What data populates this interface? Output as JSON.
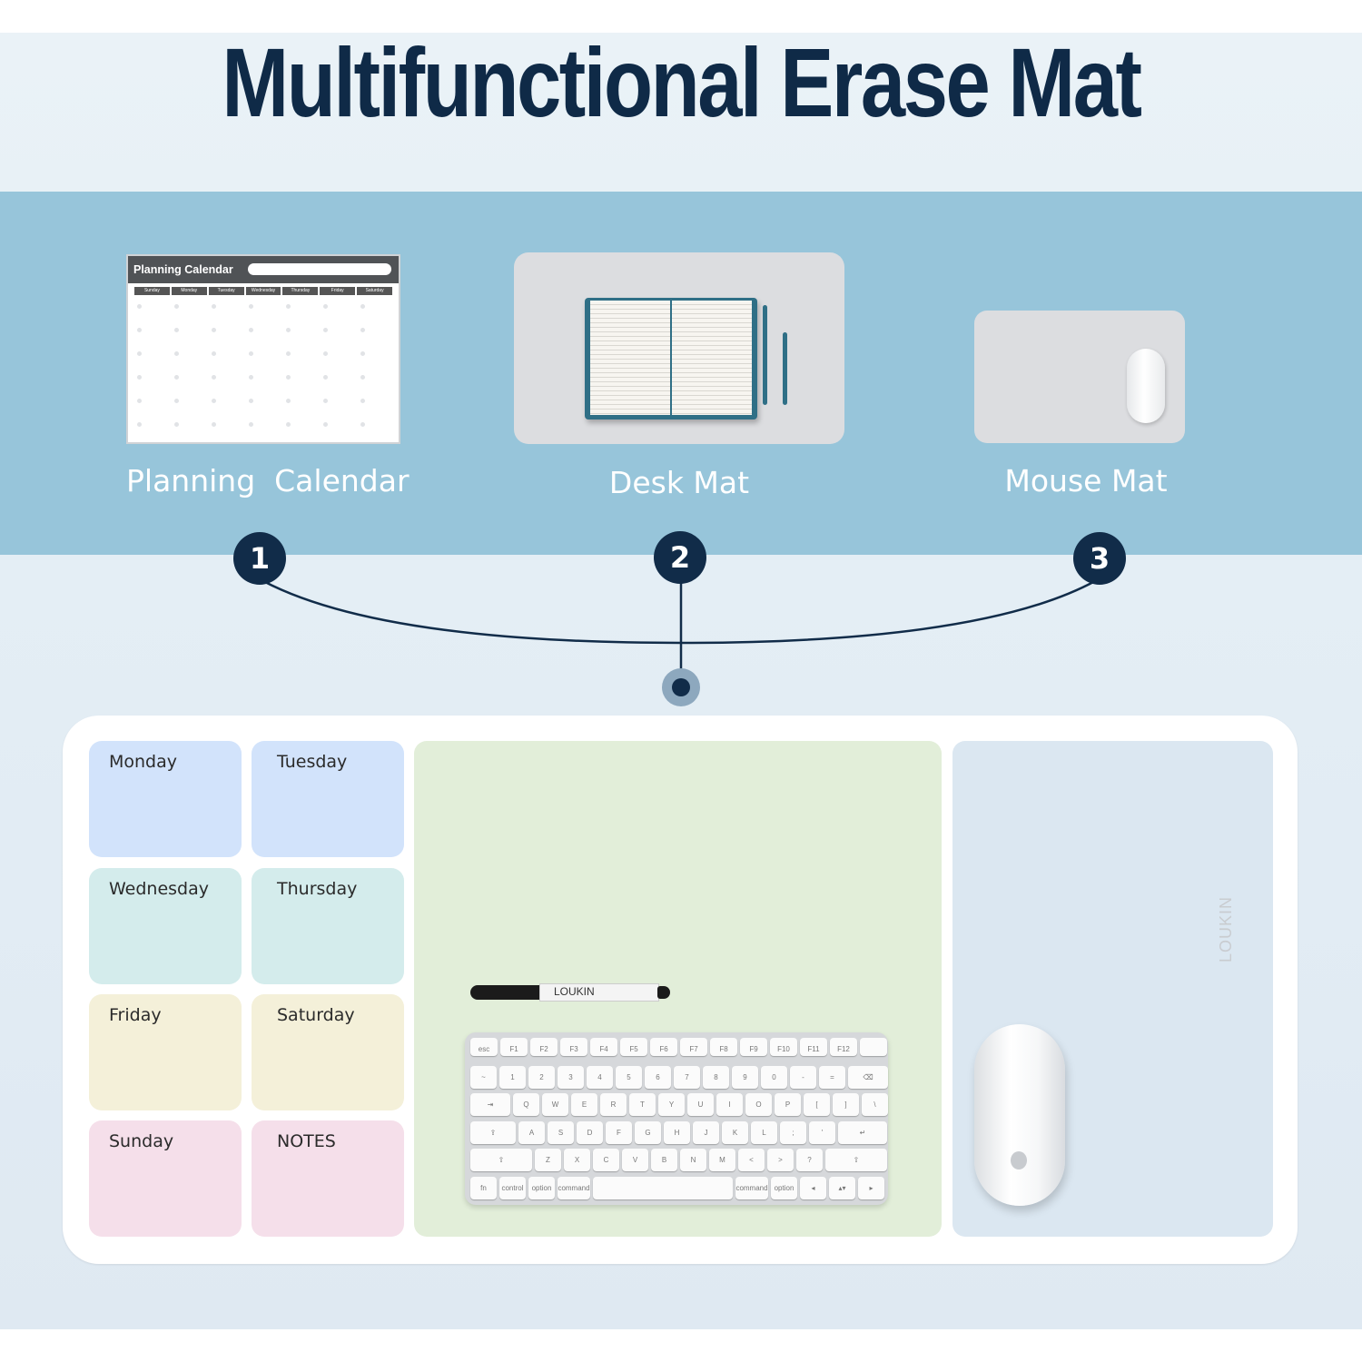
{
  "title": "Multifunctional Erase Mat",
  "products": [
    {
      "number": "1",
      "label": "Planning  Calendar"
    },
    {
      "number": "2",
      "label": "Desk Mat"
    },
    {
      "number": "3",
      "label": "Mouse Mat"
    }
  ],
  "calendar_thumb": {
    "heading": "Planning Calendar",
    "days": [
      "Sunday",
      "Monday",
      "Tuesday",
      "Wednesday",
      "Thursday",
      "Friday",
      "Saturday"
    ]
  },
  "mat": {
    "days": [
      "Monday",
      "Tuesday",
      "Wednesday",
      "Thursday",
      "Friday",
      "Saturday",
      "Sunday",
      "NOTES"
    ],
    "brand": "LOUKIN",
    "marker_brand": "LOUKIN"
  },
  "colors": {
    "title": "#0f2a47",
    "band": "#97c5da",
    "number_badge": "#112c49",
    "desk_zone": "#e2eed9",
    "mouse_zone": "#dbe7f1"
  },
  "keyboard_rows": [
    [
      "esc",
      "F1",
      "F2",
      "F3",
      "F4",
      "F5",
      "F6",
      "F7",
      "F8",
      "F9",
      "F10",
      "F11",
      "F12",
      ""
    ],
    [
      "~",
      "1",
      "2",
      "3",
      "4",
      "5",
      "6",
      "7",
      "8",
      "9",
      "0",
      "-",
      "=",
      "⌫"
    ],
    [
      "⇥",
      "Q",
      "W",
      "E",
      "R",
      "T",
      "Y",
      "U",
      "I",
      "O",
      "P",
      "[",
      "]",
      "\\"
    ],
    [
      "⇪",
      "A",
      "S",
      "D",
      "F",
      "G",
      "H",
      "J",
      "K",
      "L",
      ";",
      "'",
      "↵"
    ],
    [
      "⇧",
      "Z",
      "X",
      "C",
      "V",
      "B",
      "N",
      "M",
      "<",
      ">",
      "?",
      "⇧"
    ],
    [
      "fn",
      "control",
      "option",
      "command",
      "",
      "command",
      "option",
      "◂",
      "▴▾",
      "▸"
    ]
  ]
}
